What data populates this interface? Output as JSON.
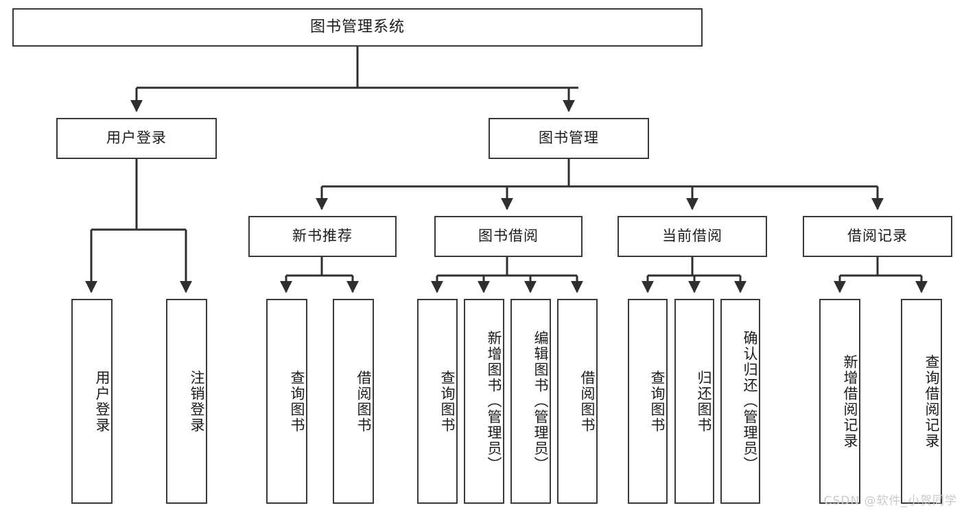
{
  "diagram": {
    "title": "图书管理系统",
    "type": "hierarchy-tree",
    "orientation": "top-down",
    "colors": {
      "box_border": "#3a3a3a",
      "box_fill": "#ffffff",
      "connector": "#2f2f2f",
      "text": "#1b1b1b",
      "watermark": "#c9c9c9"
    },
    "root": {
      "label": "图书管理系统"
    },
    "level2": [
      {
        "label": "用户登录"
      },
      {
        "label": "图书管理"
      }
    ],
    "level3": [
      {
        "label": "新书推荐"
      },
      {
        "label": "图书借阅"
      },
      {
        "label": "当前借阅"
      },
      {
        "label": "借阅记录"
      }
    ],
    "leaves": {
      "user_login": [
        {
          "label": "用户登录"
        },
        {
          "label": "注销登录"
        }
      ],
      "new_book_recommend": [
        {
          "label": "查询图书"
        },
        {
          "label": "借阅图书"
        }
      ],
      "book_borrow": [
        {
          "label": "查询图书"
        },
        {
          "label": "新增图书（管理员）"
        },
        {
          "label": "编辑图书（管理员）"
        },
        {
          "label": "借阅图书"
        }
      ],
      "current_borrow": [
        {
          "label": "查询图书"
        },
        {
          "label": "归还图书"
        },
        {
          "label": "确认归还（管理员）"
        }
      ],
      "borrow_record": [
        {
          "label": "新增借阅记录"
        },
        {
          "label": "查询借阅记录"
        }
      ]
    },
    "watermark": "CSDN @软件_小贺同学"
  }
}
